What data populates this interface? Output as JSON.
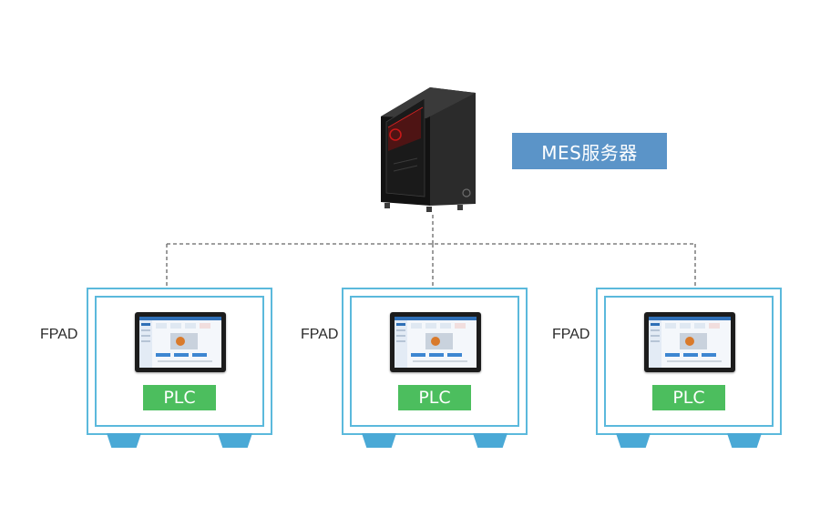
{
  "server": {
    "label": "MES服务器",
    "icon": "server-tower-icon"
  },
  "machines": [
    {
      "fpad_label": "FPAD",
      "plc_label": "PLC",
      "icon": "tablet-screen-icon"
    },
    {
      "fpad_label": "FPAD",
      "plc_label": "PLC",
      "icon": "tablet-screen-icon"
    },
    {
      "fpad_label": "FPAD",
      "plc_label": "PLC",
      "icon": "tablet-screen-icon"
    }
  ],
  "colors": {
    "server_label_bg": "#5b94c8",
    "plc_label_bg": "#4cbe5e",
    "machine_frame": "#5bb9dc",
    "machine_foot": "#4aa9d6",
    "connector": "#666666"
  }
}
